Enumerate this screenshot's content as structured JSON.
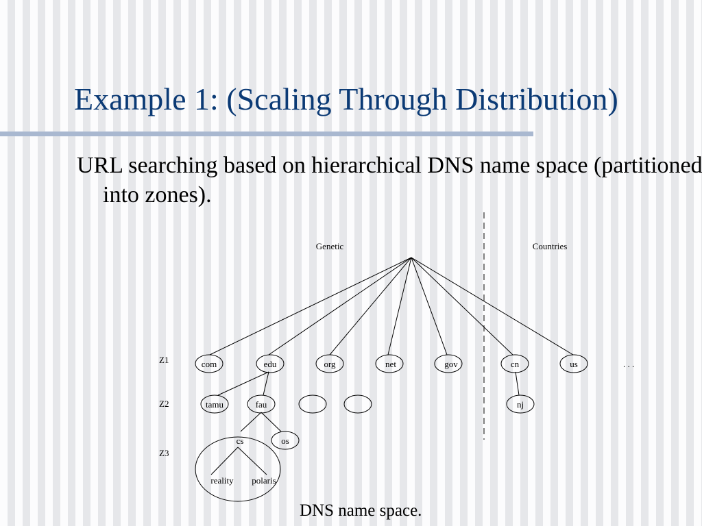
{
  "slide": {
    "title": "Example 1: (Scaling Through Distribution)",
    "bullet": "URL searching based on hierarchical DNS name space (partitioned into zones).",
    "caption": "DNS name space."
  },
  "diagram": {
    "section_labels": {
      "generic": "Genetic",
      "countries": "Countries"
    },
    "zone_labels": [
      "Z1",
      "Z2",
      "Z3"
    ],
    "ellipsis": ". . .",
    "nodes": {
      "com": "com",
      "edu": "edu",
      "org": "org",
      "net": "net",
      "gov": "gov",
      "cn": "cn",
      "us": "us",
      "tamu": "tamu",
      "fau": "fau",
      "nj": "nj",
      "cs": "cs",
      "os": "os",
      "reality": "reality",
      "polaris": "polaris"
    }
  }
}
